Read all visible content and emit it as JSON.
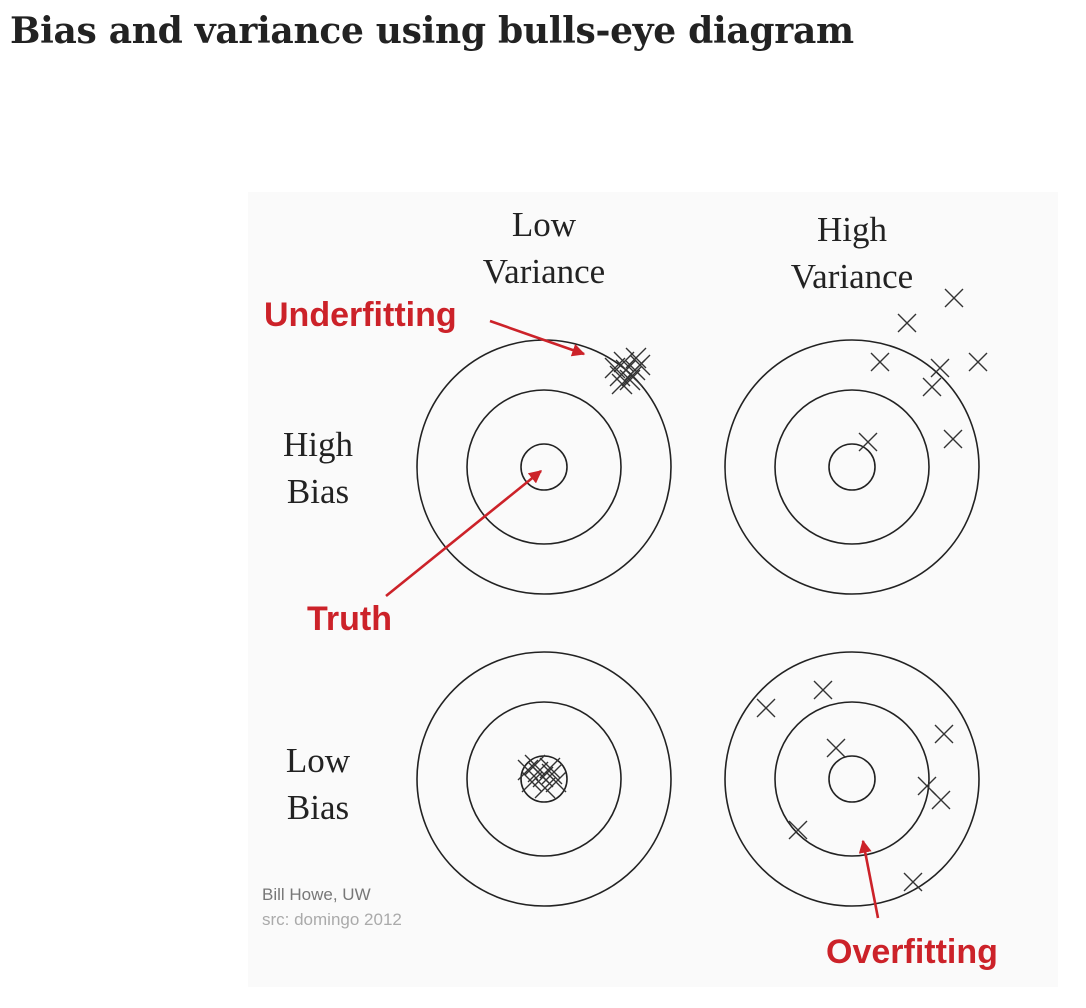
{
  "page": {
    "title": "Bias and variance using bulls-eye diagram"
  },
  "diagram": {
    "column_headers": {
      "low_variance": [
        "Low",
        "Variance"
      ],
      "high_variance": [
        "High",
        "Variance"
      ]
    },
    "row_headers": {
      "high_bias": [
        "High",
        "Bias"
      ],
      "low_bias": [
        "Low",
        "Bias"
      ]
    },
    "annotations": {
      "underfitting": "Underfitting",
      "truth": "Truth",
      "overfitting": "Overfitting"
    },
    "credit": {
      "author": "Bill Howe, UW",
      "source": "src: domingo 2012"
    },
    "colors": {
      "annotation_red": "#cc2229",
      "ink": "#222222",
      "credit_gray": "#777777",
      "credit_light": "#aaaaaa"
    }
  }
}
